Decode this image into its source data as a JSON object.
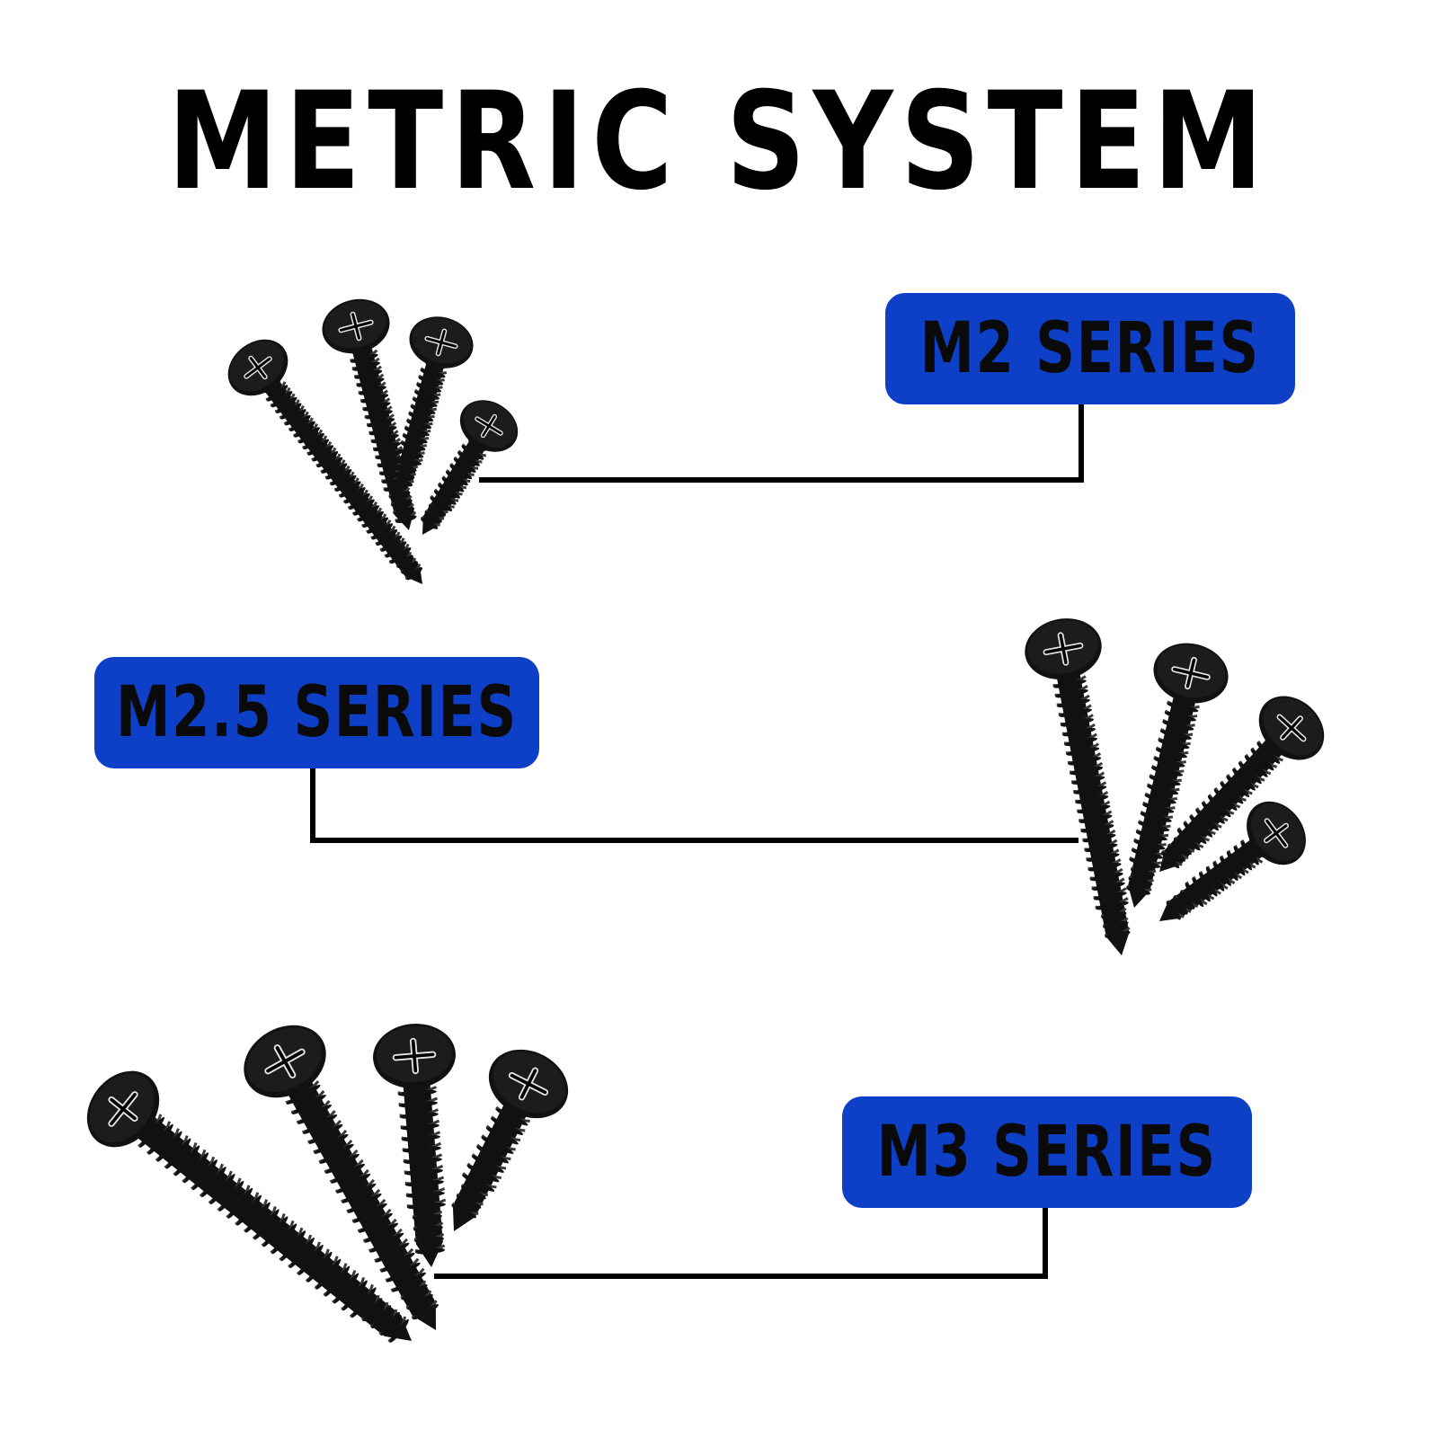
{
  "title": "METRIC SYSTEM",
  "labels": {
    "m2": "M2 SERIES",
    "m25": "M2.5 SERIES",
    "m3": "M3 SERIES"
  },
  "colors": {
    "label_bg": "#0d3fc7",
    "screw": "#111111",
    "line": "#000000"
  },
  "icons": {
    "screw": "phillips-flat-head-screw-icon"
  }
}
